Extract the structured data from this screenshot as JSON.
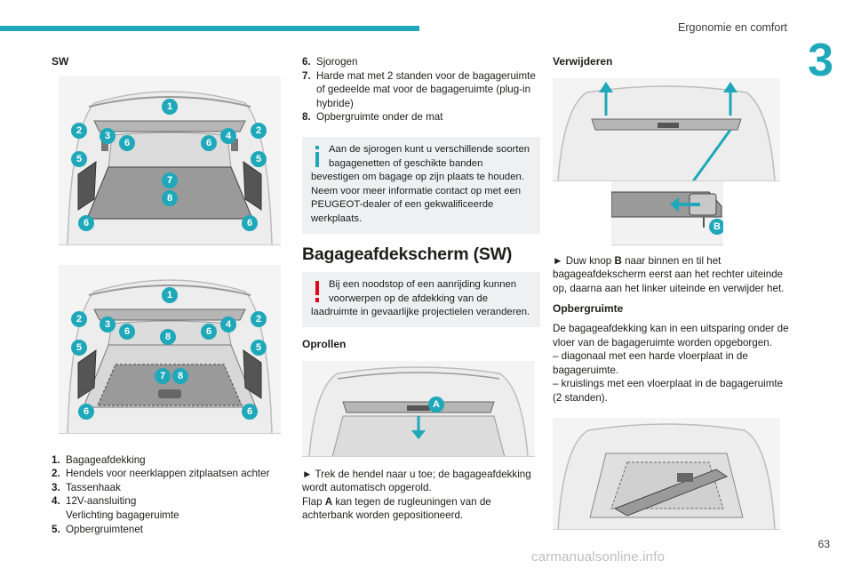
{
  "header": {
    "title": "Ergonomie en comfort",
    "chapter": "3"
  },
  "page_number": "63",
  "watermark": "carmanualsonline.info",
  "col1": {
    "heading": "SW",
    "figure1_callouts": [
      "1",
      "2",
      "3",
      "6",
      "6",
      "4",
      "2",
      "5",
      "5",
      "7",
      "8",
      "6",
      "6"
    ],
    "figure2_callouts": [
      "1",
      "2",
      "3",
      "6",
      "8",
      "6",
      "4",
      "2",
      "5",
      "5",
      "7",
      "8",
      "6",
      "6"
    ],
    "list": [
      {
        "n": "1.",
        "t": "Bagageafdekking"
      },
      {
        "n": "2.",
        "t": "Hendels voor neerklappen zitplaatsen achter"
      },
      {
        "n": "3.",
        "t": "Tassenhaak"
      },
      {
        "n": "4.",
        "t": "12V-aansluiting"
      },
      {
        "n": "",
        "t": "Verlichting bagageruimte"
      },
      {
        "n": "5.",
        "t": "Opbergruimtenet"
      }
    ]
  },
  "col2": {
    "list": [
      {
        "n": "6.",
        "t": "Sjorogen"
      },
      {
        "n": "7.",
        "t": "Harde mat met 2 standen voor de bagageruimte of gedeelde mat voor de bagageruimte (plug-in hybride)"
      },
      {
        "n": "8.",
        "t": "Opbergruimte onder de mat"
      }
    ],
    "info_note_first": "Aan de sjorogen kunt u verschillende soorten bagagenetten of geschikte banden",
    "info_note_rest": "bevestigen om bagage op zijn plaats te houden. Neem voor meer informatie contact op met een PEUGEOT-dealer of een gekwalificeerde werkplaats.",
    "section_title": "Bagageafdekscherm (SW)",
    "warning_first": "Bij een noodstop of een aanrijding kunnen voorwerpen op de afdekking van de",
    "warning_rest": "laadruimte in gevaarlijke projectielen veranderen.",
    "subheading": "Oprollen",
    "figure_callout": "A",
    "step_line1": "► Trek de hendel naar u toe; de bagageafdekking wordt automatisch opgerold.",
    "step_line2_pre": "Flap ",
    "step_line2_bold": "A",
    "step_line2_post": " kan tegen de rugleuningen van de achterbank worden gepositioneerd."
  },
  "col3": {
    "subheading": "Verwijderen",
    "figure_callout": "B",
    "step_pre": "► Duw knop ",
    "step_bold": "B",
    "step_post": " naar binnen en til het bagageafdekscherm eerst aan het rechter uiteinde op, daarna aan het linker uiteinde en verwijder het.",
    "subheading2": "Opbergruimte",
    "para": "De bagageafdekking kan in een uitsparing onder de vloer van de bagageruimte worden opgeborgen.",
    "bullet1": "– diagonaal met een harde vloerplaat in de bagageruimte.",
    "bullet2": "– kruislings met een vloerplaat in de bagageruimte (2 standen)."
  },
  "colors": {
    "accent": "#1ea8b9",
    "warning": "#e3001b",
    "note_bg": "#eef0f1"
  }
}
